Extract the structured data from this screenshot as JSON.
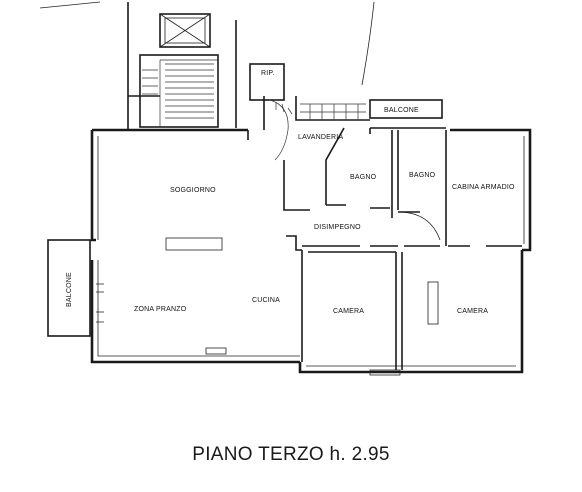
{
  "rooms": {
    "rip": "RIP.",
    "balcone_top": "BALCONE",
    "lavanderia": "LAVANDERIA",
    "soggiorno": "SOGGIORNO",
    "bagno_1": "BAGNO",
    "bagno_2": "BAGNO",
    "cabina_armadio": "CABINA ARMADIO",
    "disimpegno": "DISIMPEGNO",
    "balcone_left": "BALCONE",
    "zona_pranzo": "ZONA PRANZO",
    "cucina": "CUCINA",
    "camera_1": "CAMERA",
    "camera_2": "CAMERA"
  },
  "caption": "PIANO TERZO h. 2.95"
}
